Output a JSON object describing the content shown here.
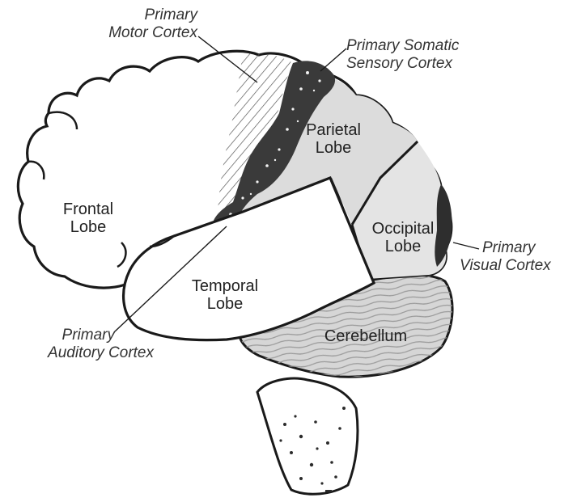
{
  "regions": {
    "frontal": [
      "Frontal",
      "Lobe"
    ],
    "parietal": [
      "Parietal",
      "Lobe"
    ],
    "occipital": [
      "Occipital",
      "Lobe"
    ],
    "temporal": [
      "Temporal",
      "Lobe"
    ],
    "cerebellum": "Cerebellum"
  },
  "callouts": {
    "motor": [
      "Primary",
      "Motor Cortex"
    ],
    "somatic": [
      "Primary Somatic",
      "Sensory Cortex"
    ],
    "visual": [
      "Primary",
      "Visual Cortex"
    ],
    "auditory": [
      "Primary",
      "Auditory Cortex"
    ]
  },
  "colors": {
    "outline": "#1a1a1a",
    "shaded_lobe": "#dcdcdc",
    "cerebellum_fill": "#d6d6d6",
    "speckle": "#2b2b2b"
  }
}
